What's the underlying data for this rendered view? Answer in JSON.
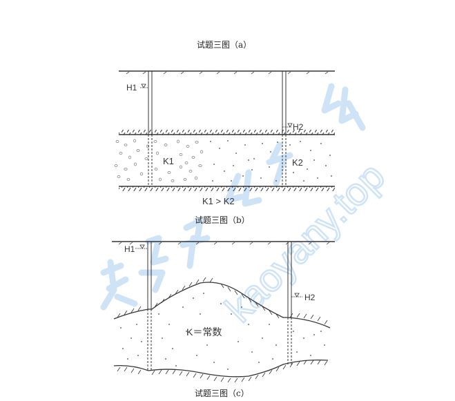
{
  "figures": {
    "a": {
      "caption": "试题三图（a）",
      "labels": {
        "h1": "H1",
        "h2": "H2",
        "k1": "K1",
        "k2": "K2"
      }
    },
    "b": {
      "caption": "试题三图（b）",
      "relation": "K1 > K2"
    },
    "c": {
      "caption": "试题三图（c）",
      "labels": {
        "h1": "H1",
        "h2": "H2",
        "k": "K＝常数"
      }
    }
  },
  "watermark": {
    "chinese": "考研无忧",
    "url": "kaoyany.top",
    "color": "#cfe3f7"
  },
  "colors": {
    "line": "#333333",
    "text": "#222222"
  }
}
